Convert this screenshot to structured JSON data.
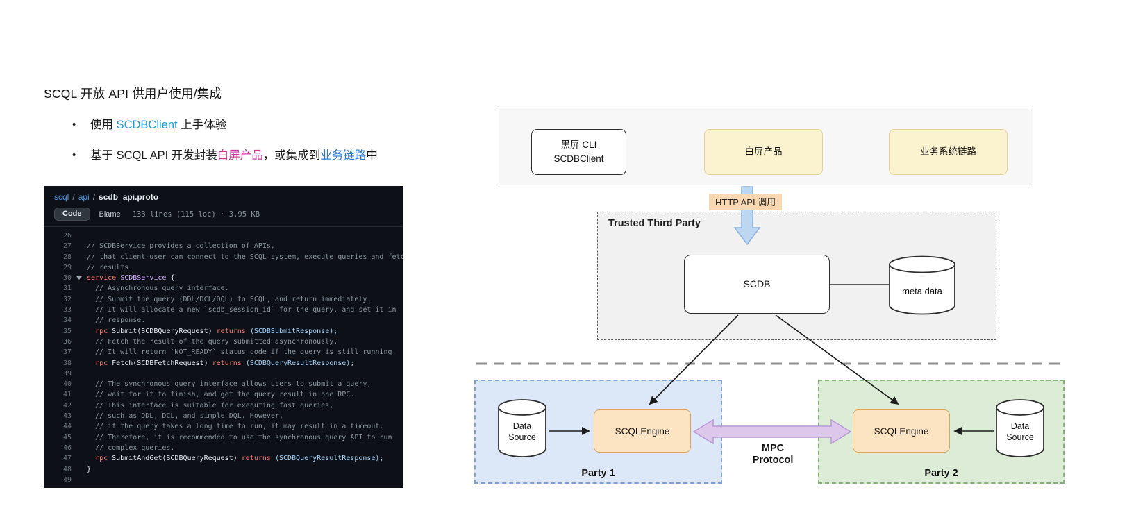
{
  "headline": {
    "title": "SCQL 开放 API 供用户使用/集成",
    "bullets": [
      {
        "segments": [
          {
            "text": "使用 ",
            "style": "plain",
            "link": false
          },
          {
            "text": "SCDBClient",
            "style": "blue",
            "link": true
          },
          {
            "text": " 上手体验",
            "style": "plain",
            "link": false
          }
        ]
      },
      {
        "segments": [
          {
            "text": "基于 SCQL API 开发封装",
            "style": "plain",
            "link": false
          },
          {
            "text": "白屏产品",
            "style": "pink",
            "link": true
          },
          {
            "text": "，或集成到",
            "style": "plain",
            "link": false
          },
          {
            "text": "业务链路",
            "style": "blue2",
            "link": true
          },
          {
            "text": "中",
            "style": "plain",
            "link": false
          }
        ]
      }
    ]
  },
  "code_viewer": {
    "breadcrumb": [
      {
        "text": "scql",
        "kind": "link"
      },
      {
        "text": "/",
        "kind": "sep"
      },
      {
        "text": "api",
        "kind": "link"
      },
      {
        "text": "/",
        "kind": "sep"
      },
      {
        "text": "scdb_api.proto",
        "kind": "file"
      }
    ],
    "toolbar": {
      "code_tab": "Code",
      "blame_tab": "Blame",
      "meta": "133 lines (115 loc) · 3.95 KB"
    },
    "lines": [
      {
        "num": "26",
        "segs": []
      },
      {
        "num": "27",
        "segs": [
          {
            "t": "// SCDBService provides a collection of APIs,",
            "c": "com"
          }
        ]
      },
      {
        "num": "28",
        "segs": [
          {
            "t": "// that client-user can connect to the SCQL system, execute queries and fetch",
            "c": "com"
          }
        ]
      },
      {
        "num": "29",
        "segs": [
          {
            "t": "// results.",
            "c": "com"
          }
        ]
      },
      {
        "num": "30",
        "fold": true,
        "segs": [
          {
            "t": "service",
            "c": "kw"
          },
          {
            "t": " ",
            "c": "pl"
          },
          {
            "t": "SCDBService",
            "c": "fn"
          },
          {
            "t": " {",
            "c": "pl"
          }
        ]
      },
      {
        "num": "31",
        "segs": [
          {
            "t": "  // Asynchronous query interface.",
            "c": "com"
          }
        ]
      },
      {
        "num": "32",
        "segs": [
          {
            "t": "  // Submit the query (DDL/DCL/DQL) to SCQL, and return immediately.",
            "c": "com"
          }
        ]
      },
      {
        "num": "33",
        "segs": [
          {
            "t": "  // It will allocate a new `scdb_session_id` for the query, and set it in",
            "c": "com"
          }
        ]
      },
      {
        "num": "34",
        "segs": [
          {
            "t": "  // response.",
            "c": "com"
          }
        ]
      },
      {
        "num": "35",
        "segs": [
          {
            "t": "  ",
            "c": "pl"
          },
          {
            "t": "rpc",
            "c": "kw"
          },
          {
            "t": " Submit(SCDBQueryRequest) ",
            "c": "pl"
          },
          {
            "t": "returns",
            "c": "kw"
          },
          {
            "t": " (SCDBSubmitResponse);",
            "c": "ty"
          }
        ]
      },
      {
        "num": "36",
        "segs": [
          {
            "t": "  // Fetch the result of the query submitted asynchronously.",
            "c": "com"
          }
        ]
      },
      {
        "num": "37",
        "segs": [
          {
            "t": "  // It will return `NOT_READY` status code if the query is still running.",
            "c": "com"
          }
        ]
      },
      {
        "num": "38",
        "segs": [
          {
            "t": "  ",
            "c": "pl"
          },
          {
            "t": "rpc",
            "c": "kw"
          },
          {
            "t": " Fetch(SCDBFetchRequest) ",
            "c": "pl"
          },
          {
            "t": "returns",
            "c": "kw"
          },
          {
            "t": " (SCDBQueryResultResponse);",
            "c": "ty"
          }
        ]
      },
      {
        "num": "39",
        "segs": []
      },
      {
        "num": "40",
        "segs": [
          {
            "t": "  // The synchronous query interface allows users to submit a query,",
            "c": "com"
          }
        ]
      },
      {
        "num": "41",
        "segs": [
          {
            "t": "  // wait for it to finish, and get the query result in one RPC.",
            "c": "com"
          }
        ]
      },
      {
        "num": "42",
        "segs": [
          {
            "t": "  // This interface is suitable for executing fast queries,",
            "c": "com"
          }
        ]
      },
      {
        "num": "43",
        "segs": [
          {
            "t": "  // such as DDL, DCL, and simple DQL. However,",
            "c": "com"
          }
        ]
      },
      {
        "num": "44",
        "segs": [
          {
            "t": "  // if the query takes a long time to run, it may result in a timeout.",
            "c": "com"
          }
        ]
      },
      {
        "num": "45",
        "segs": [
          {
            "t": "  // Therefore, it is recommended to use the synchronous query API to run",
            "c": "com"
          }
        ]
      },
      {
        "num": "46",
        "segs": [
          {
            "t": "  // complex queries.",
            "c": "com"
          }
        ]
      },
      {
        "num": "47",
        "segs": [
          {
            "t": "  ",
            "c": "pl"
          },
          {
            "t": "rpc",
            "c": "kw"
          },
          {
            "t": " SubmitAndGet(SCDBQueryRequest) ",
            "c": "pl"
          },
          {
            "t": "returns",
            "c": "kw"
          },
          {
            "t": " (SCDBQueryResultResponse);",
            "c": "ty"
          }
        ]
      },
      {
        "num": "48",
        "segs": [
          {
            "t": "}",
            "c": "pl"
          }
        ]
      },
      {
        "num": "49",
        "segs": []
      }
    ]
  },
  "diagram": {
    "top_panel": {
      "cli_box": {
        "line1": "黑屏 CLI",
        "line2": "SCDBClient"
      },
      "white_product_box": {
        "label": "白屏产品"
      },
      "business_box": {
        "label": "业务系统链路"
      }
    },
    "http_api_label": "HTTP API 调用",
    "trusted_third_party": {
      "title": "Trusted Third Party",
      "scdb": "SCDB",
      "meta_data": "meta data"
    },
    "party1": {
      "label": "Party 1",
      "datasource_line1": "Data",
      "datasource_line2": "Source",
      "engine": "SCQLEngine"
    },
    "party2": {
      "label": "Party 2",
      "datasource_line1": "Data",
      "datasource_line2": "Source",
      "engine": "SCQLEngine"
    },
    "mpc": {
      "line1": "MPC",
      "line2": "Protocol"
    }
  },
  "colors": {
    "link_blue": "#189ad8",
    "link_pink": "#cb3a9b",
    "link_blue2": "#2b7bd4",
    "code_bg": "#0d1117",
    "keyword": "#ff7b72",
    "comment": "#8b949e",
    "yellow_box_bg": "#fbf2cf",
    "orange_engine_bg": "#fce4c2",
    "http_label_bg": "#f8d8b2",
    "party1_bg": "#dce8f8",
    "party2_bg": "#dcecd6",
    "mpc_arrow_fill": "#ddc8ec",
    "down_arrow_fill": "#bdd6f2"
  }
}
